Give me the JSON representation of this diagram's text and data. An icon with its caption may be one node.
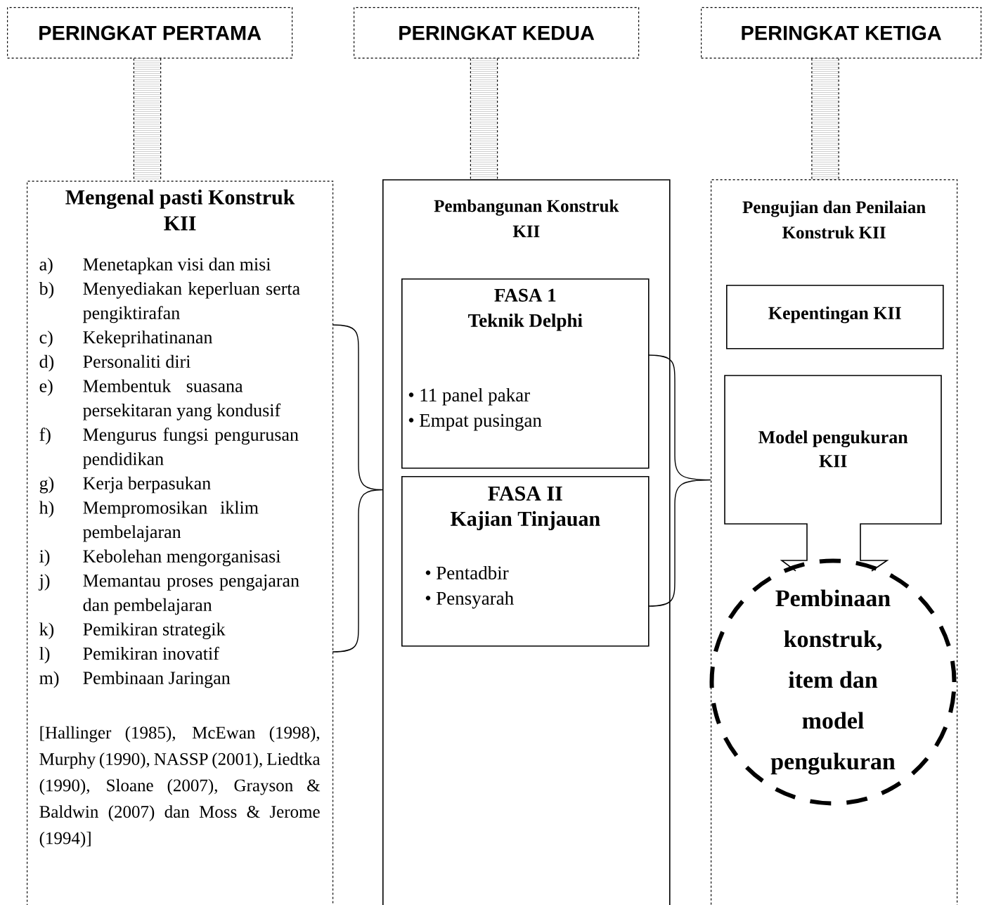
{
  "diagram": {
    "nodes": [
      {
        "text": [
          "PERINGKAT PERTAMA"
        ]
      },
      {
        "text": [
          "PERINGKAT KEDUA"
        ]
      },
      {
        "text": [
          "PERINGKAT KETIGA"
        ]
      },
      {
        "text": [
          "Mengenal pasti Konstruk KII",
          "a)",
          "Menetapkan visi dan misi",
          "b)",
          "Menyediakan keperluan serta pengiktirafan",
          "c)",
          "Kekeprihatinanan",
          "d)",
          "Personaliti diri",
          "e)",
          "Membentuk suasana persekitaran yang kondusif",
          "f)",
          "Mengurus fungsi pengurusan pendidikan",
          "g)",
          "Kerja berpasukan",
          "h)",
          "Mempromosikan iklim pembelajaran",
          "i)",
          "Kebolehan mengorganisasi",
          "j)",
          "Memantau proses pengajaran dan pembelajaran",
          "k)",
          "Pemikiran strategik",
          "l)",
          "Pemikiran inovatif",
          "m)",
          "Pembinaan Jaringan",
          "[Hallinger (1985), McEwan (1998), Murphy (1990), NASSP (2001), Liedtka (1990), Sloane (2007), Grayson & Baldwin (2007) dan Moss & Jerome (1994)]"
        ]
      },
      {
        "text": [
          "Pembangunan Konstruk KII"
        ]
      },
      {
        "text": [
          "FASA 1",
          "Teknik Delphi",
          "11 panel pakar",
          "Empat pusingan"
        ],
        "in": 4
      },
      {
        "text": [
          "FASA II",
          "Kajian Tinjauan",
          "Pentadbir",
          "Pensyarah"
        ],
        "in": 4
      },
      {
        "text": [
          "Pengujian dan Penilaian Konstruk KII"
        ]
      },
      {
        "text": [
          "Kepentingan KII"
        ],
        "in": 7
      },
      {
        "text": [
          "Model pengukuran KII"
        ],
        "in": 7
      },
      {
        "text": [
          "Pembinaan konstruk, item dan model pengukuran"
        ],
        "in": 7
      }
    ],
    "edges": [
      {
        "from": 0,
        "to": 3,
        "arrow": "none",
        "style": "dashed"
      },
      {
        "from": 1,
        "to": 4,
        "arrow": "none",
        "style": "dashed"
      },
      {
        "from": 2,
        "to": 7,
        "arrow": "none",
        "style": "dashed"
      },
      {
        "from": 3,
        "to": 4,
        "arrow": "none"
      },
      {
        "from": 5,
        "to": 7,
        "arrow": "none"
      },
      {
        "from": 6,
        "to": 7,
        "arrow": "none"
      }
    ]
  }
}
